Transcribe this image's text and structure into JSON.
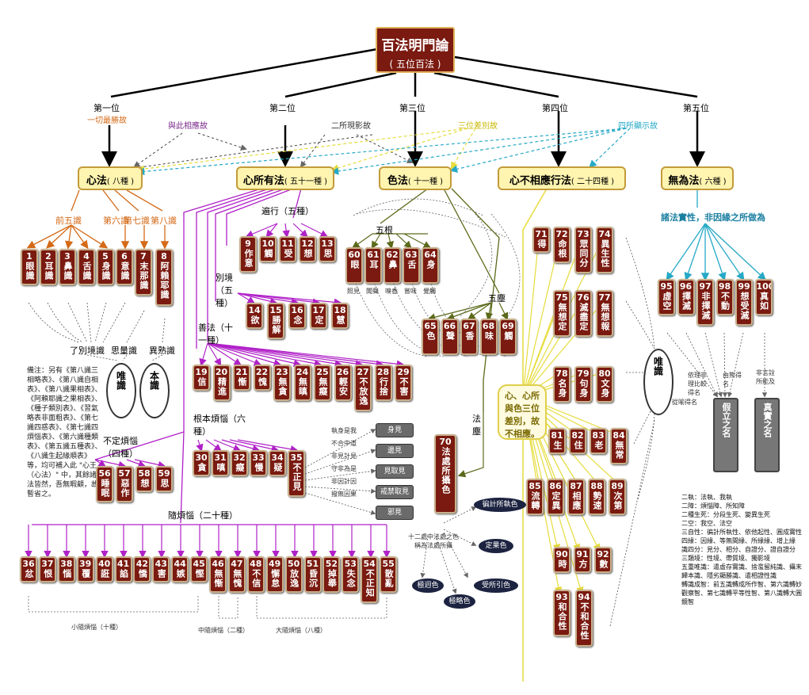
{
  "title": {
    "main": "百法明門論",
    "sub": "( 五位百法 )"
  },
  "positions": [
    "第一位",
    "第二位",
    "第三位",
    "第四位",
    "第五位"
  ],
  "categories": [
    {
      "name": "心法",
      "count": "( 八種 )"
    },
    {
      "name": "心所有法",
      "count": "( 五十一種 )"
    },
    {
      "name": "色法",
      "count": "( 十一種 )"
    },
    {
      "name": "心不相應行法",
      "count": "( 二十四種 )"
    },
    {
      "name": "無為法",
      "count": "( 六種 )"
    }
  ],
  "reasons": {
    "first": "一切最勝故",
    "second": "與此相應故",
    "third": "二所現影故",
    "fourth": "三位差別故",
    "fifth": "四所顯示故"
  },
  "heart_groups": {
    "front5": "前五識",
    "sixth": "第六識",
    "seventh": "第七識",
    "eighth": "第八識"
  },
  "heart": [
    {
      "n": "1",
      "name": "眼識"
    },
    {
      "n": "2",
      "name": "耳識"
    },
    {
      "n": "3",
      "name": "鼻識"
    },
    {
      "n": "4",
      "name": "舌識"
    },
    {
      "n": "5",
      "name": "身識"
    },
    {
      "n": "6",
      "name": "意識"
    },
    {
      "n": "7",
      "name": "末那識"
    },
    {
      "n": "8",
      "name": "阿賴耶識"
    }
  ],
  "heart_labels": {
    "l1": "了別境識",
    "l2": "思量識",
    "l3": "異熟識",
    "c1": "唯識",
    "c2": "本識"
  },
  "note_text": "備注：另有《第八識三相略表》、《第八識自相表》、《第八識果相表》、《阿賴耶識之果相表》、《種子類別表》、《習氣略表非面粗表》、《第七識四惑表》、《第七識四煩惱表》、《第六識種類表》、《第五識五種表》、《八識生起緣順表》等，均可補入此 \"心王（心法）\" 中，其餘諸法皆然，吾無暇顧，故暫省之。",
  "mental": {
    "universal_label": "遍行（五種）",
    "universal": [
      {
        "n": "9",
        "name": "作意"
      },
      {
        "n": "10",
        "name": "觸"
      },
      {
        "n": "11",
        "name": "受"
      },
      {
        "n": "12",
        "name": "想"
      },
      {
        "n": "13",
        "name": "思"
      }
    ],
    "specific_label": "別境（五種）",
    "specific": [
      {
        "n": "14",
        "name": "欲"
      },
      {
        "n": "15",
        "name": "勝解"
      },
      {
        "n": "16",
        "name": "念"
      },
      {
        "n": "17",
        "name": "定"
      },
      {
        "n": "18",
        "name": "慧"
      }
    ],
    "good_label": "善法（十一種）",
    "good": [
      {
        "n": "19",
        "name": "信"
      },
      {
        "n": "20",
        "name": "精進"
      },
      {
        "n": "21",
        "name": "慚"
      },
      {
        "n": "22",
        "name": "愧"
      },
      {
        "n": "23",
        "name": "無貪"
      },
      {
        "n": "24",
        "name": "無瞋"
      },
      {
        "n": "25",
        "name": "無癡"
      },
      {
        "n": "26",
        "name": "輕安"
      },
      {
        "n": "27",
        "name": "不放逸"
      },
      {
        "n": "28",
        "name": "行捨"
      },
      {
        "n": "29",
        "name": "不害"
      }
    ],
    "root_label": "根本煩惱（六種）",
    "root": [
      {
        "n": "30",
        "name": "貪"
      },
      {
        "n": "31",
        "name": "嗔"
      },
      {
        "n": "32",
        "name": "癡"
      },
      {
        "n": "33",
        "name": "慢"
      },
      {
        "n": "34",
        "name": "疑"
      },
      {
        "n": "35",
        "name": "不正見"
      }
    ],
    "indeterminate_label": "不定煩惱（四種）",
    "indeterminate": [
      {
        "n": "56",
        "name": "睡眠"
      },
      {
        "n": "57",
        "name": "惡作"
      },
      {
        "n": "58",
        "name": "想"
      },
      {
        "n": "59",
        "name": "思"
      }
    ],
    "secondary_label": "隨煩惱（二十種）",
    "secondary": [
      {
        "n": "36",
        "name": "忿"
      },
      {
        "n": "37",
        "name": "恨"
      },
      {
        "n": "38",
        "name": "惱"
      },
      {
        "n": "39",
        "name": "覆"
      },
      {
        "n": "40",
        "name": "誑"
      },
      {
        "n": "41",
        "name": "諂"
      },
      {
        "n": "42",
        "name": "憍"
      },
      {
        "n": "43",
        "name": "害"
      },
      {
        "n": "44",
        "name": "嫉"
      },
      {
        "n": "45",
        "name": "慳"
      },
      {
        "n": "46",
        "name": "無慚"
      },
      {
        "n": "47",
        "name": "無愧"
      },
      {
        "n": "48",
        "name": "不信"
      },
      {
        "n": "49",
        "name": "懈怠"
      },
      {
        "n": "50",
        "name": "放逸"
      },
      {
        "n": "51",
        "name": "昏沉"
      },
      {
        "n": "52",
        "name": "掉舉"
      },
      {
        "n": "53",
        "name": "失念"
      },
      {
        "n": "54",
        "name": "不正知"
      },
      {
        "n": "55",
        "name": "散亂"
      }
    ],
    "secondary_groups": {
      "small": "小隨煩惱（十種）",
      "middle": "中隨煩惱（二種）",
      "large": "大隨煩惱（八種）"
    }
  },
  "wrong_views": [
    "身見",
    "邊見",
    "見取見",
    "戒禁取見",
    "邪見"
  ],
  "wrong_view_notes": [
    "執身是我",
    "不合中道",
    "非見計見",
    "守非為是",
    "非因計因",
    "撥無因果"
  ],
  "form": {
    "roots_label": "五根",
    "roots": [
      {
        "n": "60",
        "name": "眼"
      },
      {
        "n": "61",
        "name": "耳"
      },
      {
        "n": "62",
        "name": "鼻"
      },
      {
        "n": "63",
        "name": "舌"
      },
      {
        "n": "64",
        "name": "身"
      }
    ],
    "dust_label": "五塵",
    "dust": [
      {
        "n": "65",
        "name": "色"
      },
      {
        "n": "66",
        "name": "聲"
      },
      {
        "n": "67",
        "name": "香"
      },
      {
        "n": "68",
        "name": "味"
      },
      {
        "n": "69",
        "name": "觸"
      }
    ],
    "dharma_dust_label": "法塵",
    "dharma": {
      "n": "70",
      "name": "法處所攝色"
    },
    "dharma_note": "十二處中法處之色稱為法處所攝",
    "dharma_ovals": [
      "徧計所執色",
      "定果色",
      "受所引色",
      "極迥色",
      "極略色"
    ],
    "root_notes": [
      "照見",
      "聞聲",
      "嗅香",
      "嘗味",
      "覺觸"
    ]
  },
  "nonassoc": [
    {
      "n": "71",
      "name": "得"
    },
    {
      "n": "72",
      "name": "命根"
    },
    {
      "n": "73",
      "name": "眾同分"
    },
    {
      "n": "74",
      "name": "異生性"
    },
    {
      "n": "75",
      "name": "無想定"
    },
    {
      "n": "76",
      "name": "滅盡定"
    },
    {
      "n": "77",
      "name": "無想報"
    },
    {
      "n": "78",
      "name": "名身"
    },
    {
      "n": "79",
      "name": "句身"
    },
    {
      "n": "80",
      "name": "文身"
    },
    {
      "n": "81",
      "name": "生"
    },
    {
      "n": "82",
      "name": "住"
    },
    {
      "n": "83",
      "name": "老"
    },
    {
      "n": "84",
      "name": "無常"
    },
    {
      "n": "85",
      "name": "流轉"
    },
    {
      "n": "86",
      "name": "定異"
    },
    {
      "n": "87",
      "name": "相應"
    },
    {
      "n": "88",
      "name": "勢速"
    },
    {
      "n": "89",
      "name": "次第"
    },
    {
      "n": "90",
      "name": "時"
    },
    {
      "n": "91",
      "name": "方"
    },
    {
      "n": "92",
      "name": "數"
    },
    {
      "n": "93",
      "name": "和合性"
    },
    {
      "n": "94",
      "name": "不和合性"
    }
  ],
  "nonassoc_note": "心、心所與色三位差別，故不相應。",
  "nonassoc_labels": {
    "center": "唯識"
  },
  "unconditioned": {
    "caption": "諸法實性，非因緣之所做為",
    "items": [
      {
        "n": "95",
        "name": "虛空"
      },
      {
        "n": "96",
        "name": "擇滅"
      },
      {
        "n": "97",
        "name": "非擇滅"
      },
      {
        "n": "98",
        "name": "不動"
      },
      {
        "n": "99",
        "name": "想受滅"
      },
      {
        "n": "100",
        "name": "真如"
      }
    ],
    "false_name": "假立之名",
    "true_name": "真實之名",
    "notes": [
      "依理非理比較得名",
      "由熊得名",
      "非言詮所能及",
      "從喻得名"
    ]
  },
  "legend": [
    "二執：法執、我執",
    "二障：煩惱障、所知障",
    "二種生死：分段生死、變異生死",
    "二空：我空、法空",
    "三自性：徧計所執性、依他起性、圓成實性",
    "四緣：因緣、等無間緣、所緣緣、增上緣",
    "識四分：見分、相分、自證分、證自證分",
    "三類境：性境、帶質境、獨影境",
    "五重唯識：遣虛存實識、捨濫留純識、攝末歸本識、隱劣顯勝識、遣相證性識",
    "轉識成智：前五識轉成所作智、第六識轉妙觀察智、第七識轉平等性智、第八識轉大圓鏡智"
  ],
  "colors": {
    "box": "#7a1a10",
    "purple": "#b021c8",
    "orange": "#d46a17",
    "olive": "#5a6a1a",
    "yellow": "#e6dc3c",
    "cyan": "#26a9c6"
  }
}
